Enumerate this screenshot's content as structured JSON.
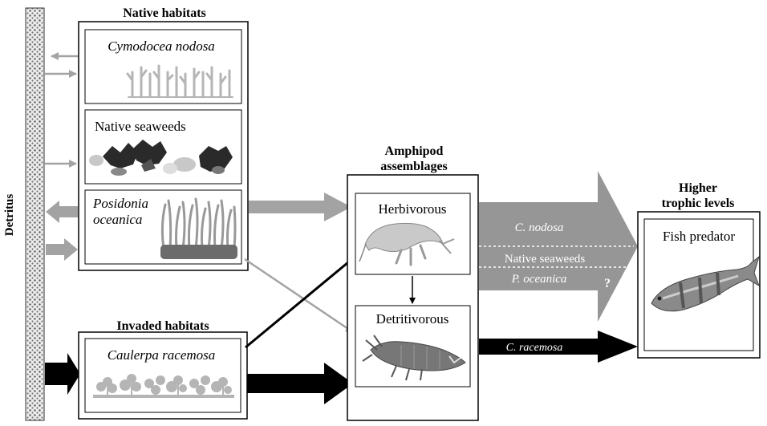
{
  "detritus_label": "Detritus",
  "native": {
    "title": "Native habitats",
    "cymodocea": "Cymodocea nodosa",
    "seaweeds": "Native seaweeds",
    "posidonia_line1": "Posidonia",
    "posidonia_line2": "oceanica"
  },
  "invaded": {
    "title": "Invaded habitats",
    "caulerpa": "Caulerpa racemosa"
  },
  "amphipod": {
    "title_line1": "Amphipod",
    "title_line2": "assemblages",
    "herbivorous": "Herbivorous",
    "detritivorous": "Detritivorous"
  },
  "higher": {
    "title_line1": "Higher",
    "title_line2": "trophic levels",
    "fish": "Fish predator"
  },
  "flows": {
    "c_nodosa": "C. nodosa",
    "native_seaweeds": "Native seaweeds",
    "p_oceanica": "P. oceanica",
    "c_racemosa": "C. racemosa",
    "uncertain_mark": "?"
  },
  "colors": {
    "grey_arrow": "#a3a3a3",
    "black_arrow": "#000000",
    "big_arrow": "#969696",
    "plant_grey": "#b5b5b5",
    "seaweed_dark": "#2a2a2a"
  }
}
